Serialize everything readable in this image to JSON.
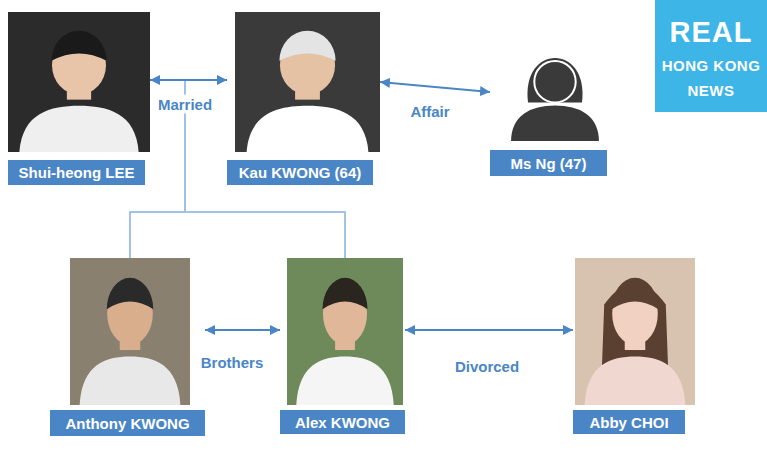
{
  "diagram": {
    "nodes": [
      {
        "text": [
          "Shui-heong LEE"
        ]
      },
      {
        "text": [
          "Kau KWONG (64)"
        ]
      },
      {
        "text": [
          "Ms Ng (47)"
        ]
      },
      {
        "text": [
          "REAL",
          "HONG KONG NEWS"
        ]
      },
      {
        "text": [
          "Anthony KWONG"
        ]
      },
      {
        "text": [
          "Alex KWONG"
        ]
      },
      {
        "text": [
          "Abby CHOI"
        ]
      }
    ],
    "edges": [
      {
        "from": 0,
        "to": 1,
        "arrow": "both",
        "label": "Married"
      },
      {
        "from": 1,
        "to": 2,
        "arrow": "both",
        "label": "Affair"
      },
      {
        "from": 0,
        "to": 4,
        "arrow": "none"
      },
      {
        "from": 0,
        "to": 5,
        "arrow": "none"
      },
      {
        "from": 1,
        "to": 4,
        "arrow": "none"
      },
      {
        "from": 1,
        "to": 5,
        "arrow": "none"
      },
      {
        "from": 4,
        "to": 5,
        "arrow": "both",
        "label": "Brothers"
      },
      {
        "from": 5,
        "to": 6,
        "arrow": "both",
        "label": "Divorced"
      }
    ]
  }
}
